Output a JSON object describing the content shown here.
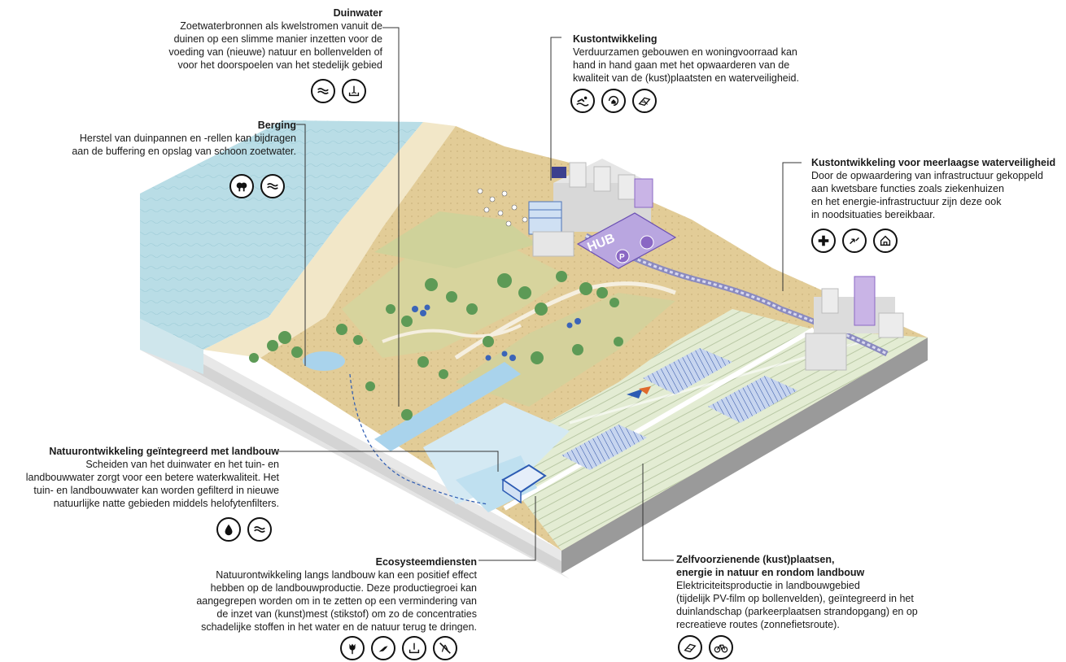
{
  "annotations": {
    "duinwater": {
      "title": "Duinwater",
      "body": "Zoetwaterbronnen als kwelstromen vanuit de\nduinen op een slimme manier inzetten voor de\nvoeding van (nieuwe) natuur en bollenvelden of\nvoor het doorspoelen van het stedelijk gebied",
      "icons": [
        "water-waves-icon",
        "water-level-icon"
      ]
    },
    "kustontwikkeling": {
      "title": "Kustontwikkeling",
      "body": "Verduurzamen gebouwen en woningvoorraad kan\nhand in hand gaan met het opwaarderen van de\nkwaliteit van de (kust)plaatsten en waterveiligheid.",
      "icons": [
        "swimmer-icon",
        "circular-house-icon",
        "solar-panel-icon"
      ]
    },
    "berging": {
      "title": "Berging",
      "body": "Herstel van duinpannen en -rellen kan bijdragen\naan de buffering en opslag van schoon zoetwater.",
      "icons": [
        "forest-icon",
        "water-waves-icon"
      ]
    },
    "meerlaagse": {
      "title": "Kustontwikkeling voor meerlaagse waterveiligheid",
      "body": "Door de opwaardering van infrastructuur gekoppeld\naan kwetsbare functies zoals ziekenhuizen\nen het energie-infrastructuur zijn deze ook\nin noodsituaties bereikbaar.",
      "icons": [
        "medical-cross-icon",
        "evacuation-arrows-icon",
        "house-outline-icon"
      ]
    },
    "natuurontwikkeling": {
      "title": "Natuurontwikkeling geïntegreerd met landbouw",
      "body": "Scheiden van het duinwater en het tuin- en\nlandbouwwater zorgt voor een betere waterkwaliteit. Het\ntuin- en landbouwwater kan worden gefilterd in nieuwe\nnatuurlijke natte gebieden middels helofytenfilters.",
      "icons": [
        "water-drop-icon",
        "water-waves-icon"
      ]
    },
    "ecosysteem": {
      "title": "Ecosysteemdiensten",
      "body": "Natuurontwikkeling langs landbouw kan een positief effect\nhebben op de landbouwproductie. Deze productiegroei kan\naangegrepen worden om in te zetten op een vermindering van\nde inzet van (kunst)mest (stikstof) om zo de concentraties\nschadelijke stoffen in het water en de natuur terug te dringen.",
      "icons": [
        "tulip-icon",
        "bird-icon",
        "water-level-icon",
        "no-fertilizer-icon"
      ]
    },
    "zelfvoorzienende": {
      "title": "Zelfvoorzienende (kust)plaatsen,\nenergie in natuur en rondom landbouw",
      "body": "Elektriciteitsproductie in landbouwgebied\n(tijdelijk PV-film op bollenvelden), geïntegreerd in het\nduinlandschap (parkeerplaatsen strandopgang) en op\nrecreatieve routes (zonnefietsroute).",
      "icons": [
        "solar-panel-icon",
        "bicycle-icon"
      ]
    }
  },
  "scene": {
    "hub_label": "HUB",
    "parking_label": "P",
    "colors": {
      "sea": "#b9dde6",
      "beach": "#efe3c1",
      "dune": "#e2cc97",
      "dune_green": "#d3d39c",
      "field": "#dfe9cf",
      "water": "#a9d3ec",
      "tree": "#5d9a56",
      "tree_dark": "#3f7d3e",
      "purple": "#8a67c4",
      "base_side": "#c9c9c9",
      "base_front": "#9b9b9b"
    }
  }
}
